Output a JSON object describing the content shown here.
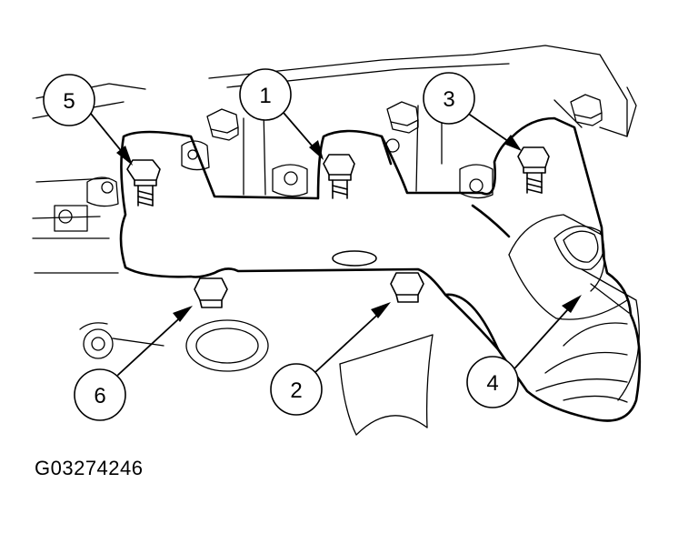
{
  "figure_id": "G03274246",
  "callouts": [
    {
      "label": "5"
    },
    {
      "label": "1"
    },
    {
      "label": "3"
    },
    {
      "label": "6"
    },
    {
      "label": "2"
    },
    {
      "label": "4"
    }
  ],
  "colors": {
    "line": "#000000",
    "background": "#ffffff"
  }
}
